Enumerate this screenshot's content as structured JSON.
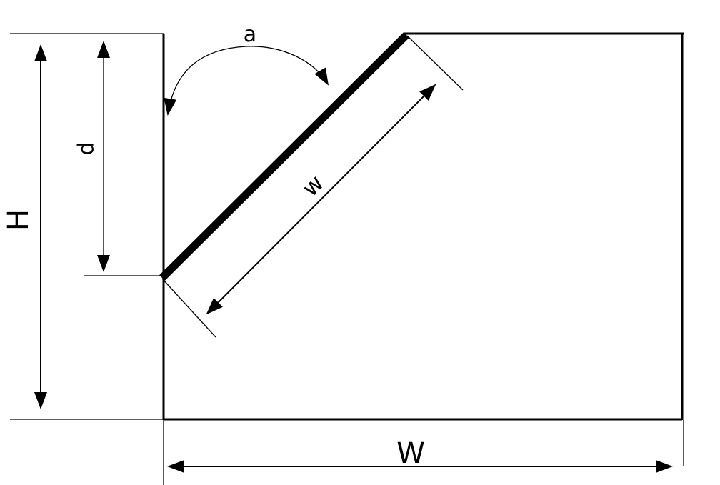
{
  "diagram": {
    "labels": {
      "angle": "a",
      "depth": "d",
      "height": "H",
      "panel_width": "w",
      "total_width": "W"
    },
    "colors": {
      "stroke": "#000000",
      "background": "#ffffff"
    }
  }
}
